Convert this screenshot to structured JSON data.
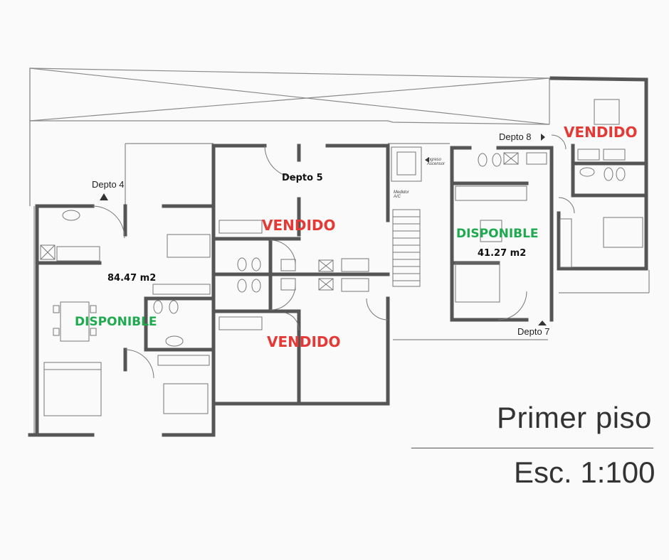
{
  "colors": {
    "sold": "#e53935",
    "available": "#1eaa4e",
    "wall": "#555555",
    "line": "#8a8a8a"
  },
  "labels": {
    "depto4": "Depto 4",
    "depto5": "Depto 5",
    "depto7": "Depto 7",
    "depto8": "Depto 8",
    "ingreso": "Ingreso Ascensor",
    "medidor": "Medidor A/C"
  },
  "units": {
    "depto4": {
      "status": "DISPONIBLE",
      "area": "84.47 m2"
    },
    "depto5_top": {
      "status": "VENDIDO"
    },
    "depto5_bottom": {
      "status": "VENDIDO"
    },
    "depto7": {
      "status": "DISPONIBLE",
      "area": "41.27 m2"
    },
    "depto8": {
      "status": "VENDIDO"
    }
  },
  "title": "Primer piso",
  "scale": "Esc. 1:100"
}
